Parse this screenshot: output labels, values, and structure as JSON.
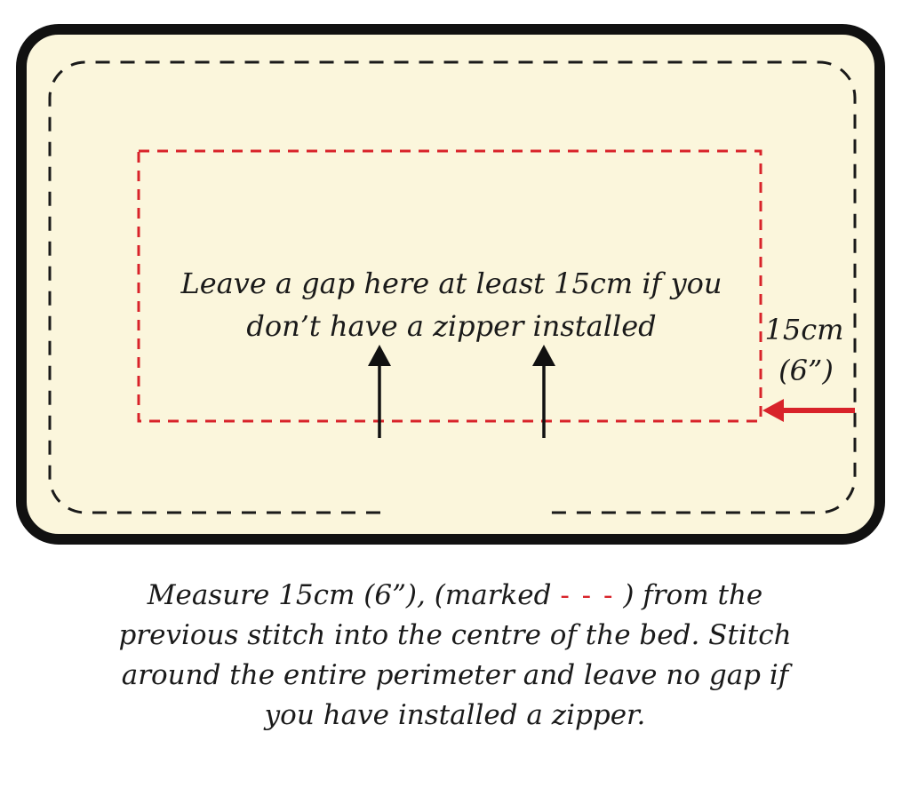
{
  "colors": {
    "fabric": "#fbf6dc",
    "outline": "#111111",
    "outer_stitch": "#1a1a1a",
    "inner_stitch": "#d8232a",
    "arrow_black": "#111111",
    "arrow_red": "#d8232a"
  },
  "icons": {
    "gap_arrows": "arrow-up-icon",
    "measure_arrow": "arrow-left-icon"
  },
  "labels": {
    "gap_note": {
      "line1": "Leave a gap here at least 15cm if you",
      "line2": "don’t have a zipper installed"
    },
    "measure": {
      "line1": "15cm",
      "line2": "(6”)"
    }
  },
  "caption": {
    "line1_before": "Measure 15cm (6”), (marked ",
    "line1_mark": "- - -",
    "line1_after": " ) from the",
    "line2": "previous stitch into the centre of the bed. Stitch",
    "line3": "around the entire perimeter and leave no gap if",
    "line4": "you have installed a zipper."
  }
}
